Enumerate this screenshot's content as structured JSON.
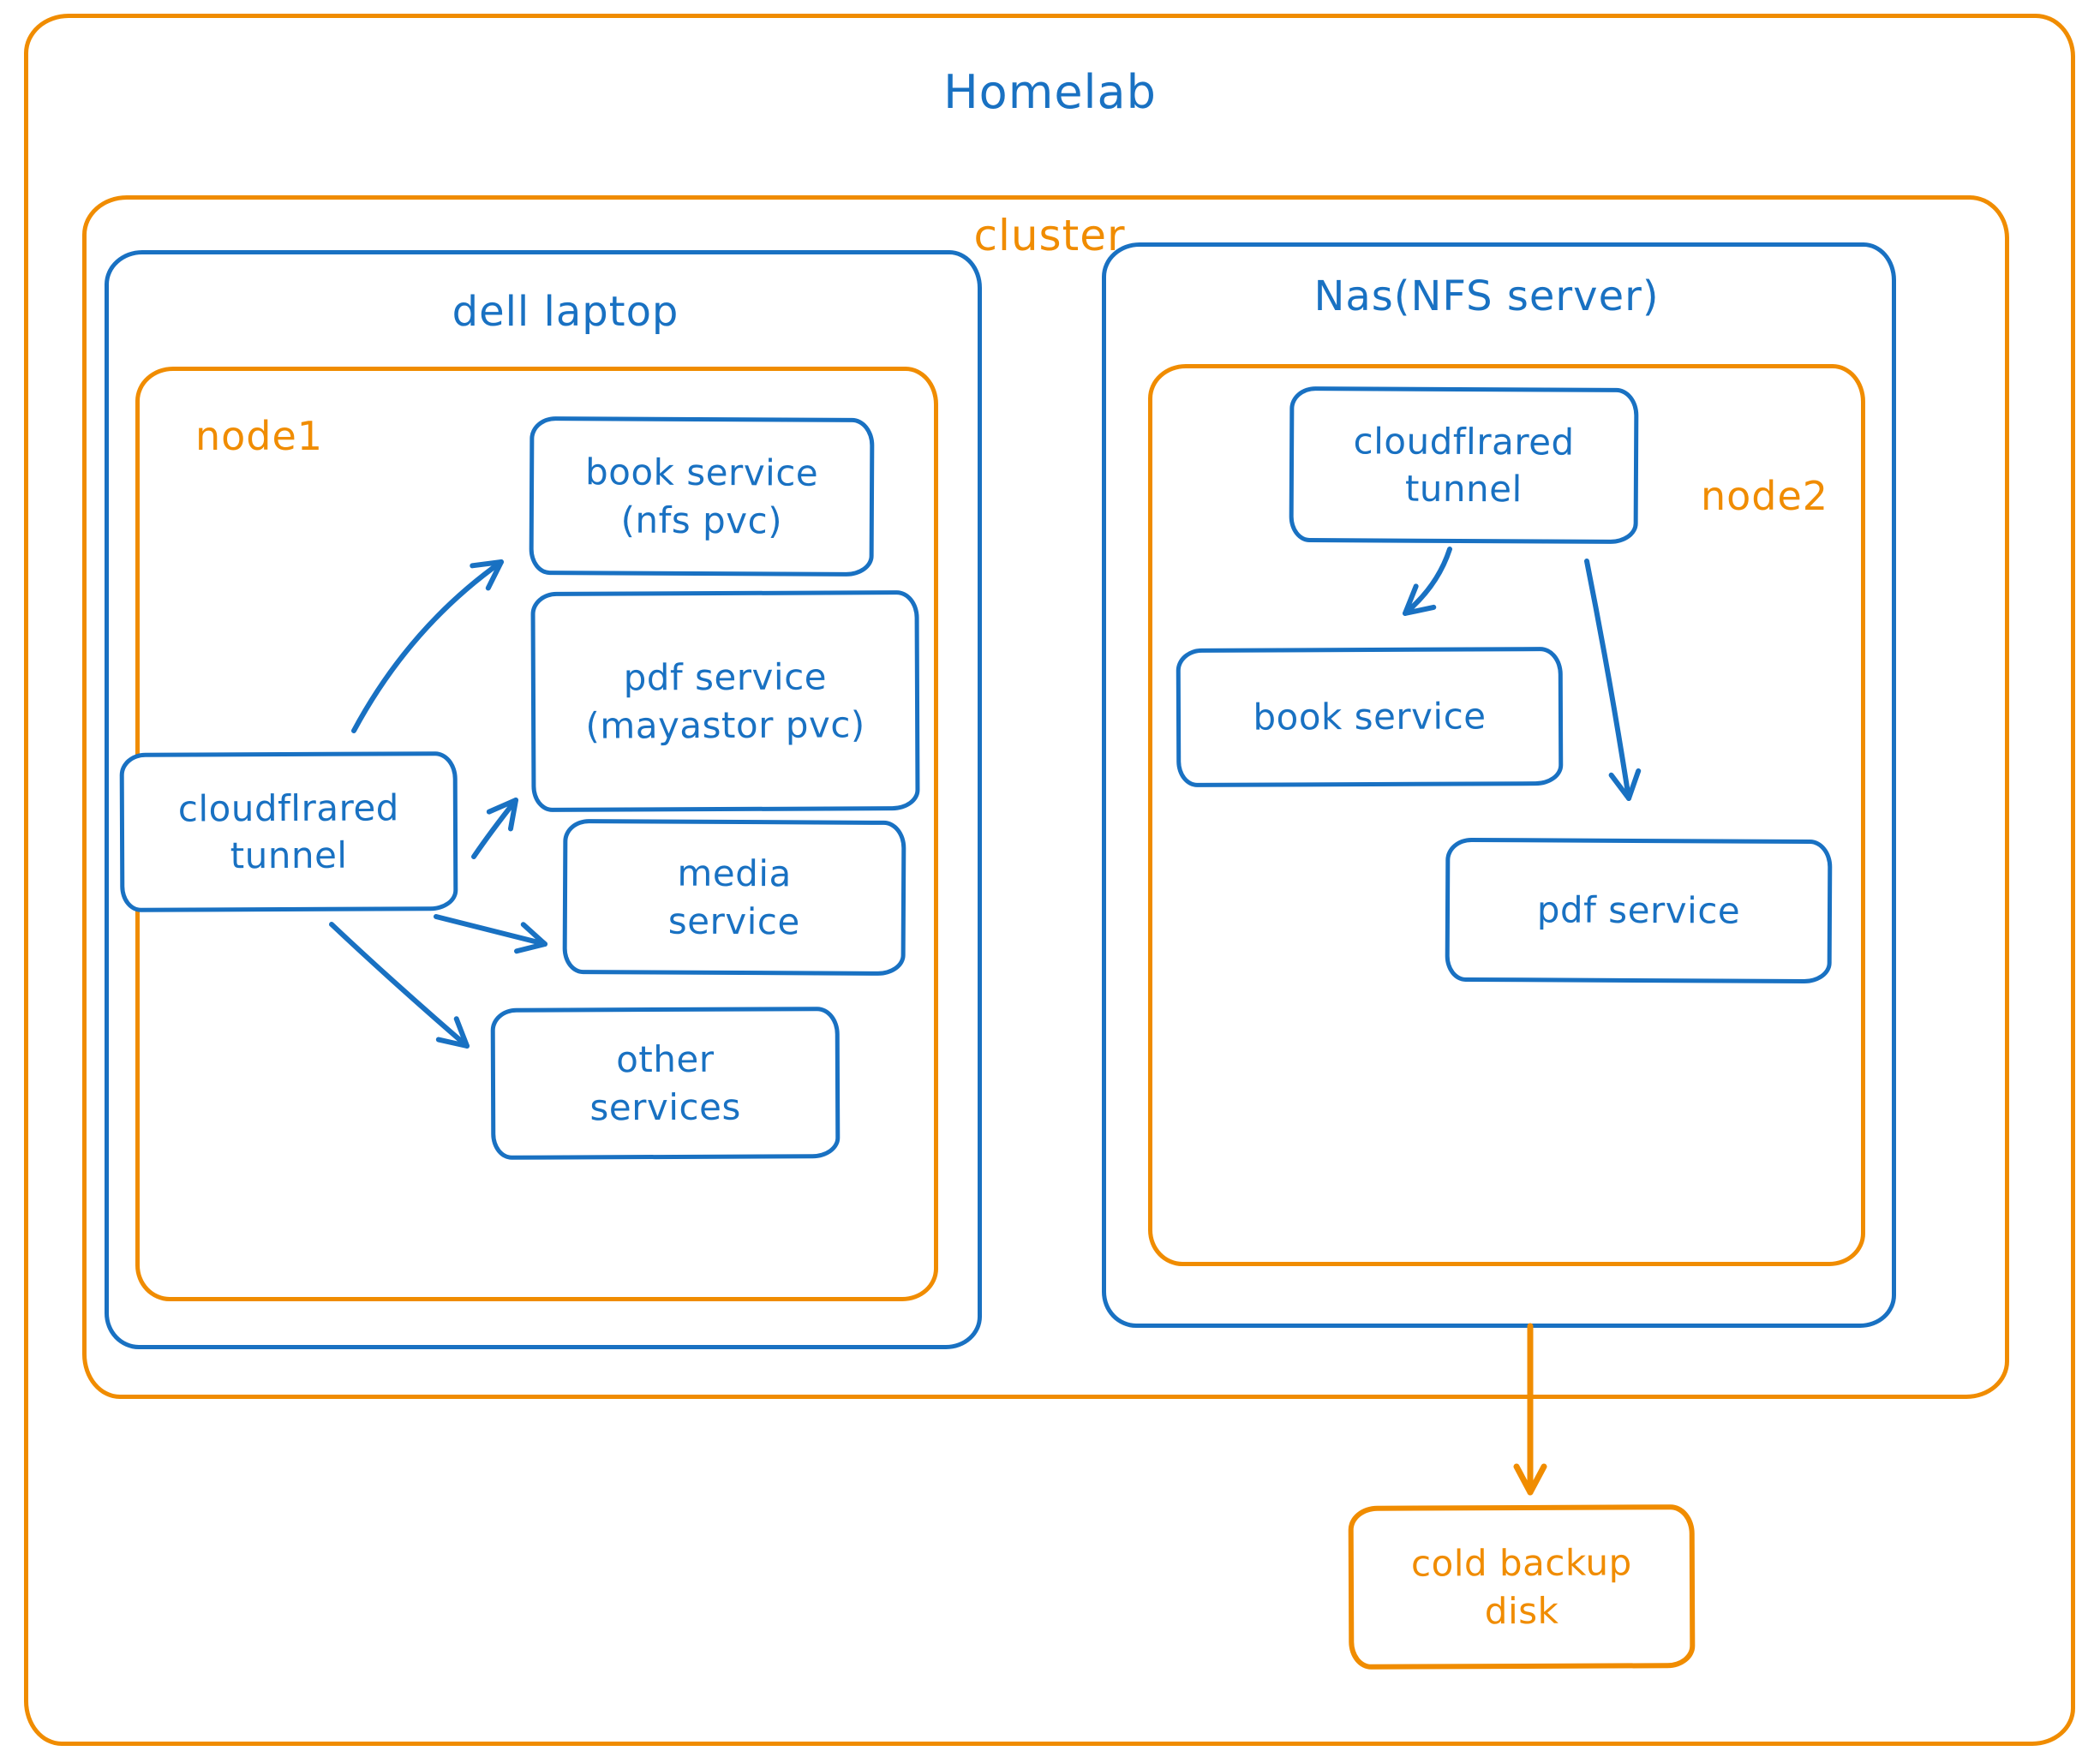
{
  "colors": {
    "blue": "#1971c2",
    "orange": "#f08c00"
  },
  "homelab": {
    "label": "Homelab"
  },
  "cluster": {
    "label": "cluster"
  },
  "node1_host": {
    "label": "dell laptop"
  },
  "node1": {
    "label": "node1",
    "tunnel": "cloudflrared\ntunnel",
    "book_service": "book service\n(nfs pvc)",
    "pdf_service": "pdf service\n(mayastor pvc)",
    "media_service": "media\nservice",
    "other_services": "other\nservices"
  },
  "node2_host": {
    "label": "Nas(NFS server)"
  },
  "node2": {
    "label": "node2",
    "tunnel": "cloudflrared\ntunnel",
    "book_service": "book service",
    "pdf_service": "pdf service"
  },
  "cold_backup": {
    "label": "cold backup\ndisk"
  },
  "edges": [
    {
      "from": "node1 cloudflrared tunnel",
      "to": "book service (nfs pvc)",
      "color": "blue"
    },
    {
      "from": "node1 cloudflrared tunnel",
      "to": "pdf service (mayastor pvc)",
      "color": "blue"
    },
    {
      "from": "node1 cloudflrared tunnel",
      "to": "media service",
      "color": "blue"
    },
    {
      "from": "node1 cloudflrared tunnel",
      "to": "other services",
      "color": "blue"
    },
    {
      "from": "node2 cloudflrared tunnel",
      "to": "book service",
      "color": "blue"
    },
    {
      "from": "node2 cloudflrared tunnel",
      "to": "pdf service",
      "color": "blue"
    },
    {
      "from": "Nas(NFS server)",
      "to": "cold backup disk",
      "color": "orange"
    }
  ]
}
